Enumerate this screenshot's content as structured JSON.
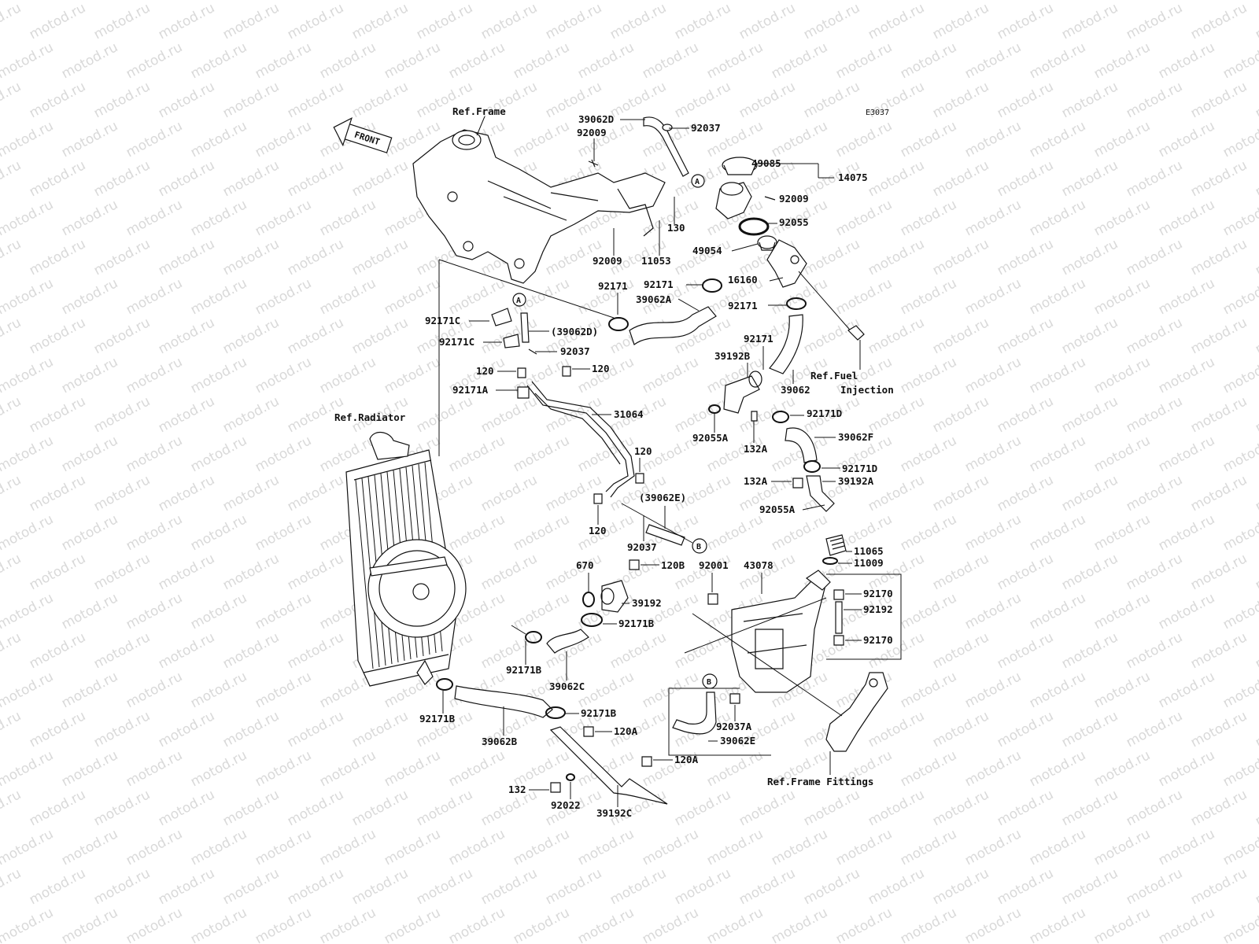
{
  "diagram": {
    "code": "E3037",
    "watermark": "motod.ru",
    "front_arrow": "FRONT",
    "refs": {
      "frame": "Ref.Frame",
      "radiator": "Ref.Radiator",
      "fuel_1": "Ref.Fuel",
      "fuel_2": "Injection",
      "frame_fittings": "Ref.Frame Fittings"
    },
    "markers": {
      "a": "A",
      "b": "B"
    },
    "labels": {
      "p39062D": "39062D",
      "p92037_top": "92037",
      "p92009_a": "92009",
      "p49085": "49085",
      "p14075": "14075",
      "p92009_b": "92009",
      "p92055": "92055",
      "p130": "130",
      "p92009_c": "92009",
      "p11053": "11053",
      "p49054": "49054",
      "p16160": "16160",
      "p92171_a": "92171",
      "p92171_b": "92171",
      "p39062A": "39062A",
      "p92171_c": "92171",
      "p92171_d": "92171",
      "p92171C_a": "92171C",
      "p39062D_p": "(39062D)",
      "p92171C_b": "92171C",
      "p92037_b": "92037",
      "p120_a": "120",
      "p120_b": "120",
      "p92171A": "92171A",
      "p39192B": "39192B",
      "p39062": "39062",
      "p31064": "31064",
      "p92171D_a": "92171D",
      "p92055A_a": "92055A",
      "p132A_a": "132A",
      "p39062F": "39062F",
      "p120_c": "120",
      "p92171D_b": "92171D",
      "p132A_b": "132A",
      "p39192A": "39192A",
      "p92055A_b": "92055A",
      "p39062E_p": "(39062E)",
      "p120_d": "120",
      "p92037_c": "92037",
      "p11065": "11065",
      "p11009": "11009",
      "p670": "670",
      "p120B": "120B",
      "p92001": "92001",
      "p43078": "43078",
      "p39192": "39192",
      "p92171B_a": "92171B",
      "p92170_a": "92170",
      "p92192": "92192",
      "p92170_b": "92170",
      "p92171B_b": "92171B",
      "p39062C": "39062C",
      "p92171B_c": "92171B",
      "p92171B_d": "92171B",
      "p39062B": "39062B",
      "p120A_a": "120A",
      "p92037A": "92037A",
      "p39062E": "39062E",
      "p120A_b": "120A",
      "p132": "132",
      "p92022": "92022",
      "p39192C": "39192C"
    }
  }
}
